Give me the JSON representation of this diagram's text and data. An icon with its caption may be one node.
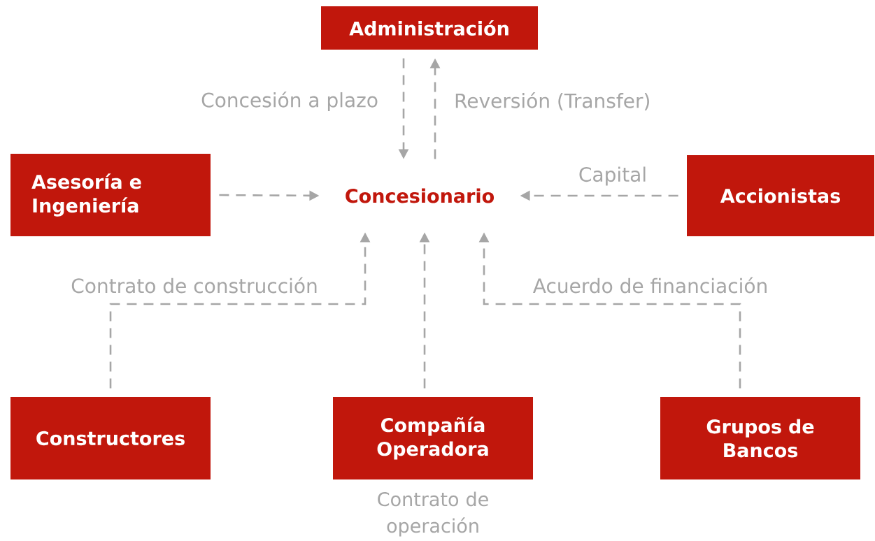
{
  "diagram": {
    "nodes": [
      {
        "text": [
          "Administración"
        ]
      },
      {
        "text": [
          "Concesionario"
        ]
      },
      {
        "text": [
          "Asesoría e Ingeniería"
        ]
      },
      {
        "text": [
          "Accionistas"
        ]
      },
      {
        "text": [
          "Constructores"
        ]
      },
      {
        "text": [
          "Compañía Operadora"
        ],
        "beside": [
          "Contrato de operación"
        ]
      },
      {
        "text": [
          "Grupos de Bancos"
        ]
      }
    ],
    "edges": [
      {
        "from": 0,
        "to": 1,
        "arrow": "to",
        "style": "dashed",
        "label": "Concesión a plazo"
      },
      {
        "from": 1,
        "to": 0,
        "arrow": "to",
        "style": "dashed",
        "label": "Reversión (Transfer)"
      },
      {
        "from": 2,
        "to": 1,
        "arrow": "to",
        "style": "dashed"
      },
      {
        "from": 3,
        "to": 1,
        "arrow": "to",
        "style": "dashed",
        "label": "Capital"
      },
      {
        "from": 4,
        "to": 1,
        "arrow": "to",
        "style": "dashed",
        "label": "Contrato de construcción"
      },
      {
        "from": 5,
        "to": 1,
        "arrow": "to",
        "style": "dashed"
      },
      {
        "from": 6,
        "to": 1,
        "arrow": "to",
        "style": "dashed",
        "label": "Acuerdo de financiación"
      }
    ]
  }
}
